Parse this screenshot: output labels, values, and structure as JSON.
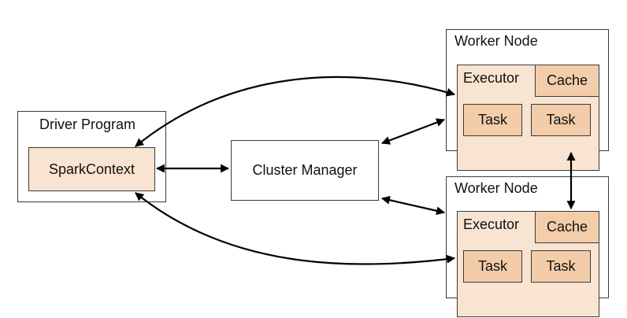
{
  "driver": {
    "title": "Driver Program",
    "spark_context": "SparkContext"
  },
  "cluster_manager": {
    "label": "Cluster Manager"
  },
  "workers": [
    {
      "title": "Worker Node",
      "executor": "Executor",
      "cache": "Cache",
      "tasks": [
        "Task",
        "Task"
      ]
    },
    {
      "title": "Worker Node",
      "executor": "Executor",
      "cache": "Cache",
      "tasks": [
        "Task",
        "Task"
      ]
    }
  ],
  "colors": {
    "border": "#3a3a3a",
    "light_fill": "#f8e4d0",
    "dark_fill": "#f3cda9",
    "arrow": "#000000"
  }
}
